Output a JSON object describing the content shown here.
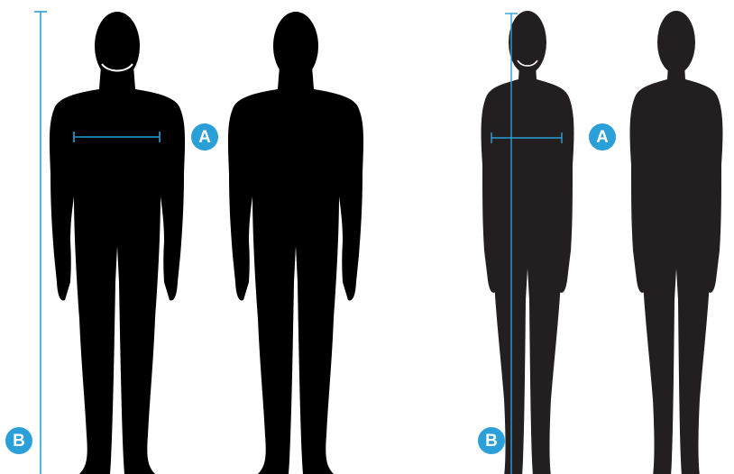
{
  "colors": {
    "background": "#ffffff",
    "accent": "#2a9fd8",
    "male_silhouette": "#000000",
    "female_silhouette": "#231f20",
    "neck_outline": "#ffffff"
  },
  "markers": {
    "chest_label": "A",
    "height_label": "B"
  },
  "figures": [
    {
      "name": "male-front"
    },
    {
      "name": "male-back"
    },
    {
      "name": "female-front"
    },
    {
      "name": "female-back"
    }
  ]
}
